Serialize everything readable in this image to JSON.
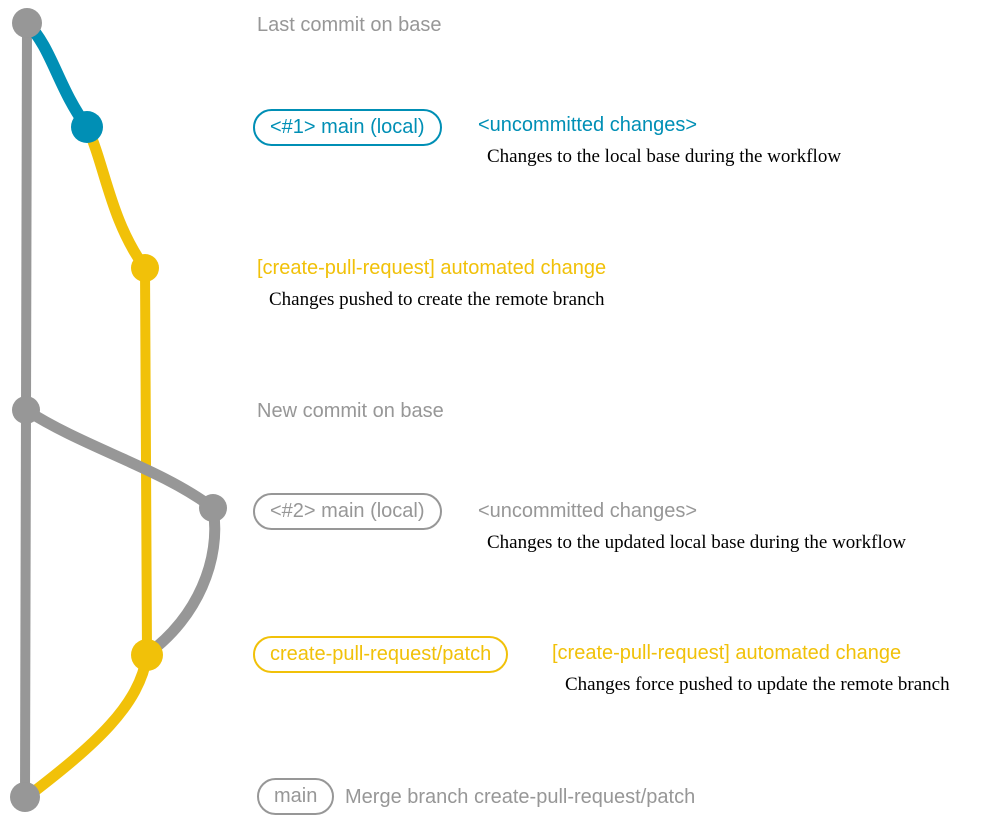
{
  "colors": {
    "base_gray": "#979797",
    "local_teal": "#008fb5",
    "branch_yellow": "#f1c109",
    "note_black": "#000000"
  },
  "milestones": {
    "top": "Last commit on base",
    "middle": "New commit on base"
  },
  "rows": {
    "local1": {
      "badge": "<#1> main (local)",
      "status": "<uncommitted changes>",
      "note": "Changes to the local base during the workflow"
    },
    "push1": {
      "message": "[create-pull-request] automated change",
      "note": "Changes pushed to create the remote branch"
    },
    "local2": {
      "badge": "<#2> main (local)",
      "status": "<uncommitted changes>",
      "note": "Changes to the updated local base during the workflow"
    },
    "push2": {
      "badge": "create-pull-request/patch",
      "message": "[create-pull-request] automated change",
      "note": "Changes force pushed to update the remote branch"
    },
    "merge": {
      "badge": "main",
      "message": "Merge branch create-pull-request/patch"
    }
  }
}
